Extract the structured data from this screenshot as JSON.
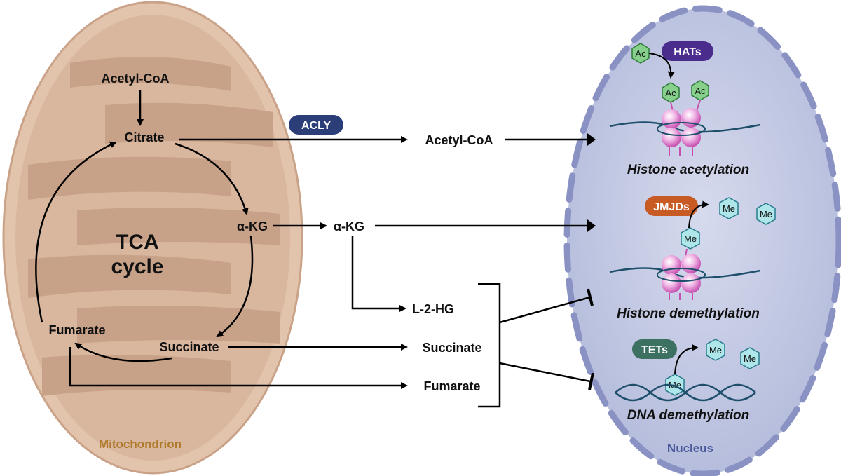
{
  "mitochondrion": {
    "label": "Mitochondrion",
    "tca_line1": "TCA",
    "tca_line2": "cycle",
    "acetyl_coa": "Acetyl-CoA",
    "citrate": "Citrate",
    "akg": "α-KG",
    "succinate": "Succinate",
    "fumarate": "Fumarate"
  },
  "cytoplasm": {
    "acly": "ACLY",
    "acetyl_coa": "Acetyl-CoA",
    "akg": "α-KG",
    "l2hg": "L-2-HG",
    "succinate": "Succinate",
    "fumarate": "Fumarate"
  },
  "nucleus": {
    "label": "Nucleus",
    "hats": "HATs",
    "ac": "Ac",
    "jmjds": "JMJDs",
    "tets": "TETs",
    "me": "Me",
    "histone_acetylation": "Histone acetylation",
    "histone_demethylation": "Histone demethylation",
    "dna_demethylation": "DNA demethylation"
  },
  "colors": {
    "mito_outer": "#e2c4ad",
    "mito_inner": "#c8a288",
    "mito_text": "#b07a2c",
    "nucleus_fill": "#c7cde4",
    "nucleus_border": "#8a92c4",
    "nucleus_text": "#4a5a9c",
    "acly": "#2c3e78",
    "hats": "#4a2c8c",
    "jmjds": "#c85a24",
    "tets": "#3c7060",
    "ac_hex": "#86d08c",
    "me_hex": "#aee6ea",
    "nucleosome": "#e6a4d8",
    "dna": "#1d4f6b"
  }
}
